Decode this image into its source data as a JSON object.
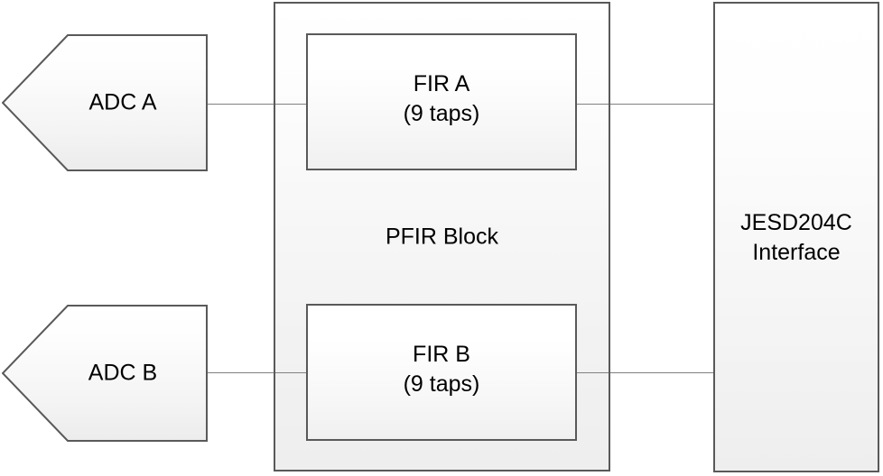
{
  "diagram": {
    "title": "ADC PFIR to JESD204C signal path block diagram",
    "colors": {
      "shape_border": "#595959",
      "connector_line": "#808080",
      "shape_fill_top": "#ffffff",
      "shape_fill_bottom": "#eeeeee",
      "text": "#000000",
      "canvas_background": "#ffffff"
    },
    "sources": [
      {
        "id": "adc-a",
        "label": "ADC A",
        "shape": "pentagon-left-point"
      },
      {
        "id": "adc-b",
        "label": "ADC B",
        "shape": "pentagon-left-point"
      }
    ],
    "pfir_block": {
      "label": "PFIR Block",
      "filters": [
        {
          "id": "fir-a",
          "name": "FIR A",
          "taps_label": "(9 taps)",
          "taps": 9
        },
        {
          "id": "fir-b",
          "name": "FIR B",
          "taps_label": "(9 taps)",
          "taps": 9
        }
      ]
    },
    "sink": {
      "id": "jesd204c",
      "line1": "JESD204C",
      "line2": "Interface"
    },
    "connections": [
      {
        "id": "adc-a-to-fir-a",
        "from": "ADC A",
        "to": "FIR A"
      },
      {
        "id": "fir-a-to-jesd",
        "from": "FIR A",
        "to": "JESD204C Interface"
      },
      {
        "id": "adc-b-to-fir-b",
        "from": "ADC B",
        "to": "FIR B"
      },
      {
        "id": "fir-b-to-jesd",
        "from": "FIR B",
        "to": "JESD204C Interface"
      }
    ]
  }
}
